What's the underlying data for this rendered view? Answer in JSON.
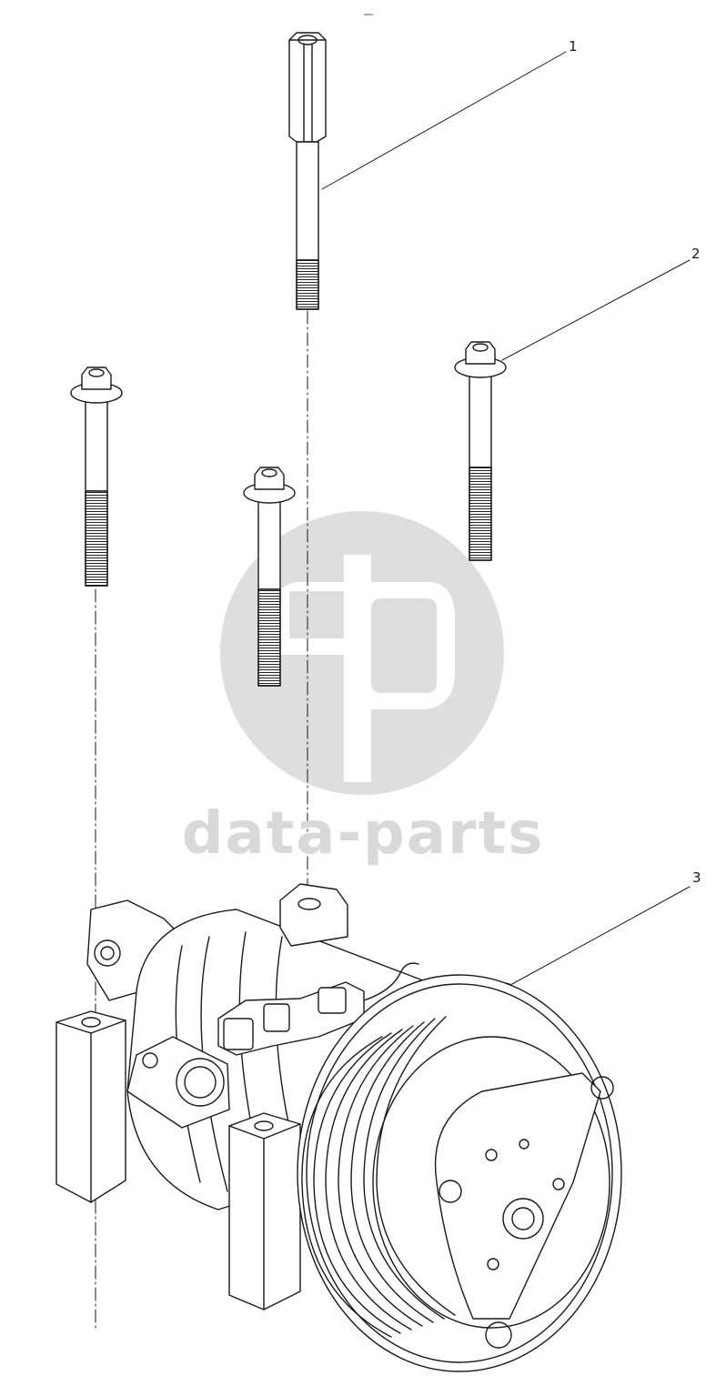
{
  "diagram": {
    "callouts": [
      {
        "id": "1",
        "label": "1"
      },
      {
        "id": "2",
        "label": "2"
      },
      {
        "id": "3",
        "label": "3"
      }
    ],
    "watermark": {
      "text": "data-parts"
    }
  }
}
